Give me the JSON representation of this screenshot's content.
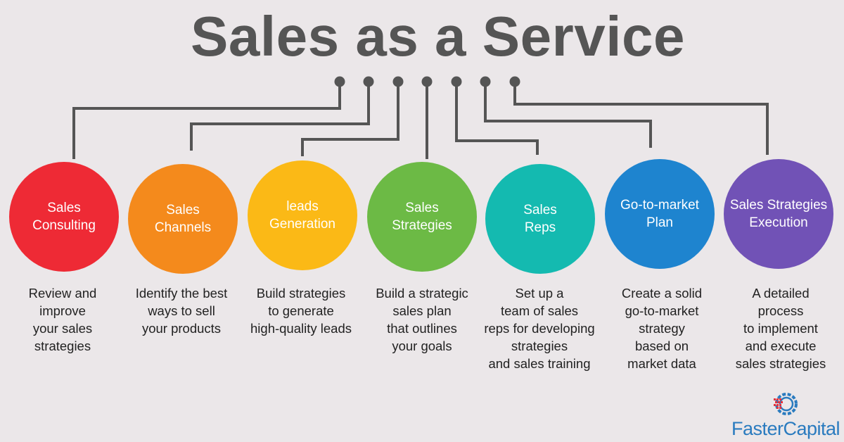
{
  "title": "Sales as a Service",
  "colors": {
    "background": "#ebe7e9",
    "title": "#555555",
    "connector": "#555555"
  },
  "items": [
    {
      "label": "Sales\nConsulting",
      "description": "Review and\nimprove\nyour sales\nstrategies",
      "color": "#ee2a35"
    },
    {
      "label": "Sales\nChannels",
      "description": "Identify the best\nways to sell\nyour products",
      "color": "#f48a1c"
    },
    {
      "label": "leads\nGeneration",
      "description": "Build strategies\nto generate\nhigh-quality leads",
      "color": "#fbb916"
    },
    {
      "label": "Sales\nStrategies",
      "description": "Build a strategic\nsales plan\nthat outlines\nyour goals",
      "color": "#6cba45"
    },
    {
      "label": "Sales\nReps",
      "description": "Set up a\nteam of sales\nreps for developing\nstrategies\nand sales training",
      "color": "#14bab0"
    },
    {
      "label": "Go-to-market\nPlan",
      "description": "Create a solid\ngo-to-market\nstrategy\nbased on\nmarket data",
      "color": "#1e84cf"
    },
    {
      "label": "Sales Strategies\nExecution",
      "description": "A detailed\nprocess\nto implement\nand execute\nsales strategies",
      "color": "#7152b6"
    }
  ],
  "logo": {
    "part1": "Faster",
    "part2": "Capital",
    "icon": "gear-icon"
  }
}
